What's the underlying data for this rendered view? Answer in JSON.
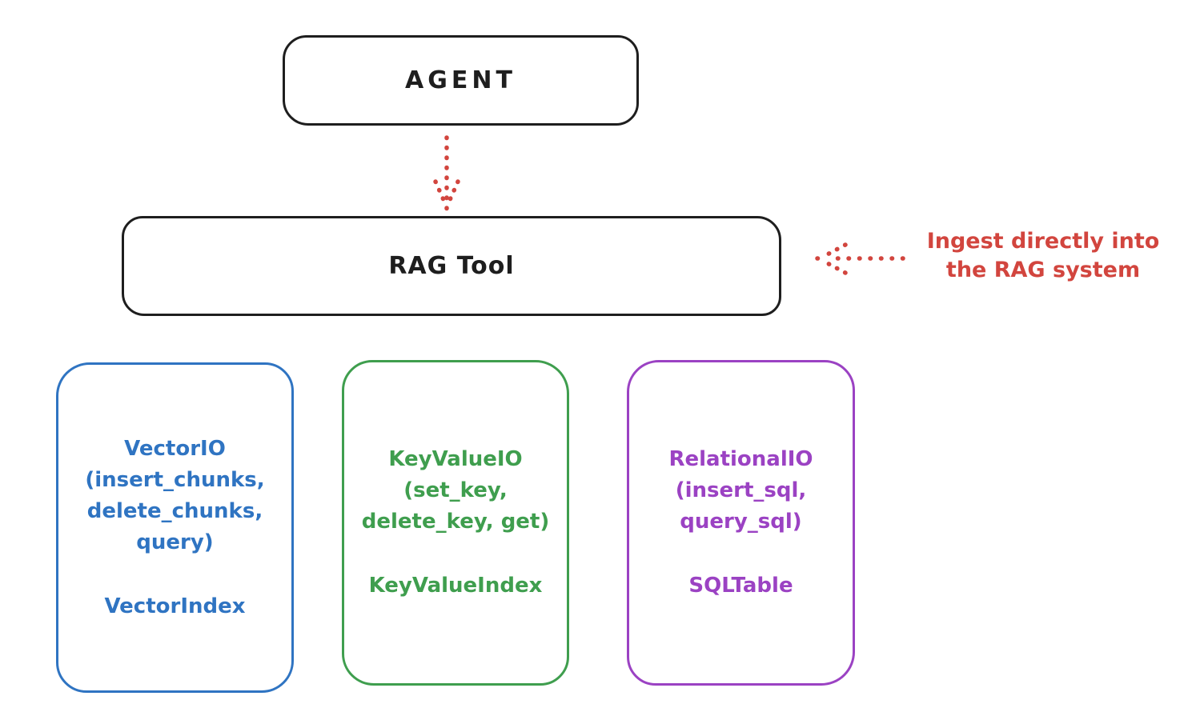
{
  "diagram": {
    "background_color": "#ffffff",
    "nodes": {
      "agent": {
        "label": "AGENT",
        "stroke": "#1e1e1e"
      },
      "rag_tool": {
        "label": "RAG Tool",
        "stroke": "#1e1e1e"
      },
      "vector_io": {
        "stroke": "#2f74c2",
        "io_lines": [
          "VectorIO",
          "(insert_chunks,",
          "delete_chunks,",
          "query)"
        ],
        "index_label": "VectorIndex"
      },
      "key_value_io": {
        "stroke": "#3f9e4e",
        "io_lines": [
          "KeyValueIO",
          "(set_key,",
          "delete_key, get)"
        ],
        "index_label": "KeyValueIndex"
      },
      "relational_io": {
        "stroke": "#9b42c3",
        "io_lines": [
          "RelationalIO",
          "(insert_sql,",
          "query_sql)"
        ],
        "index_label": "SQLTable"
      }
    },
    "annotation": {
      "color": "#d2453e",
      "lines": [
        "Ingest directly into",
        "the RAG system"
      ]
    },
    "arrows": {
      "color": "#d2453e",
      "agent_to_rag": "dotted-arrow-down",
      "annotation_to_rag": "dotted-arrow-left"
    }
  }
}
